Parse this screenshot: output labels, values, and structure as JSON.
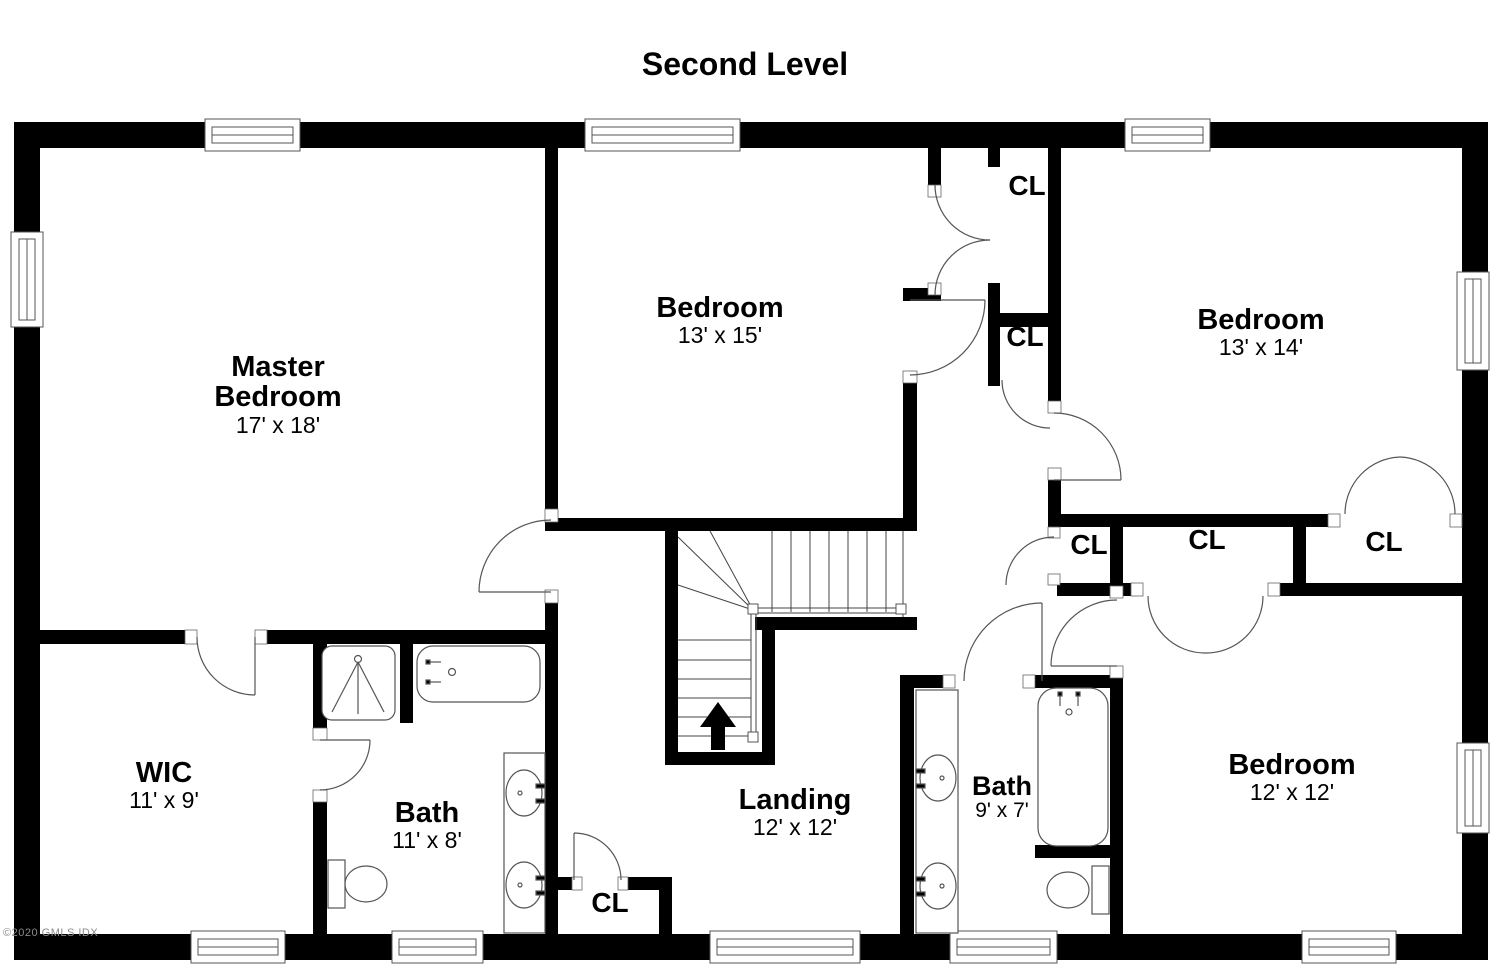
{
  "title": "Second Level",
  "copyright": "©2020 GMLS IDX",
  "rooms": [
    {
      "name": "Master Bedroom",
      "dims": "17' x 18'"
    },
    {
      "name": "Bedroom",
      "dims": "13' x 15'"
    },
    {
      "name": "Bedroom",
      "dims": "13' x 14'"
    },
    {
      "name": "WIC",
      "dims": "11' x 9'"
    },
    {
      "name": "Bath",
      "dims": "11' x 8'"
    },
    {
      "name": "Landing",
      "dims": "12' x 12'"
    },
    {
      "name": "Bath",
      "dims": "9' x 7'"
    },
    {
      "name": "Bedroom",
      "dims": "12' x 12'"
    }
  ],
  "closets": [
    {
      "label": "CL"
    },
    {
      "label": "CL"
    },
    {
      "label": "CL"
    },
    {
      "label": "CL"
    },
    {
      "label": "CL"
    },
    {
      "label": "CL"
    }
  ]
}
